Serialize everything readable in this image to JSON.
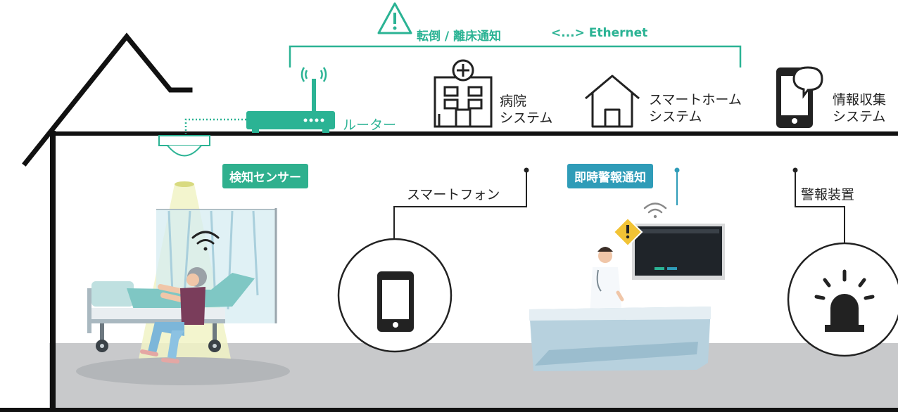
{
  "banner": {
    "alert": "転倒 / 離床通知",
    "link": "<...> Ethernet"
  },
  "router": {
    "label": "ルーター"
  },
  "systems": [
    {
      "line1": "病院",
      "line2": "システム",
      "icon": "hospital-icon"
    },
    {
      "line1": "スマートホーム",
      "line2": "システム",
      "icon": "house-icon"
    },
    {
      "line1": "情報収集",
      "line2": "システム",
      "icon": "phone-chat-icon"
    }
  ],
  "sensor": {
    "label": "検知センサー"
  },
  "alert_notice": {
    "label": "即時警報通知"
  },
  "smartphone": {
    "label": "スマートフォン"
  },
  "alarm": {
    "label": "警報装置"
  },
  "colors": {
    "accent": "#2bb394",
    "badge_green": "#2fb08e",
    "badge_blue": "#2f9cb8",
    "floor": "#c8c9cb",
    "frame": "#111111"
  }
}
